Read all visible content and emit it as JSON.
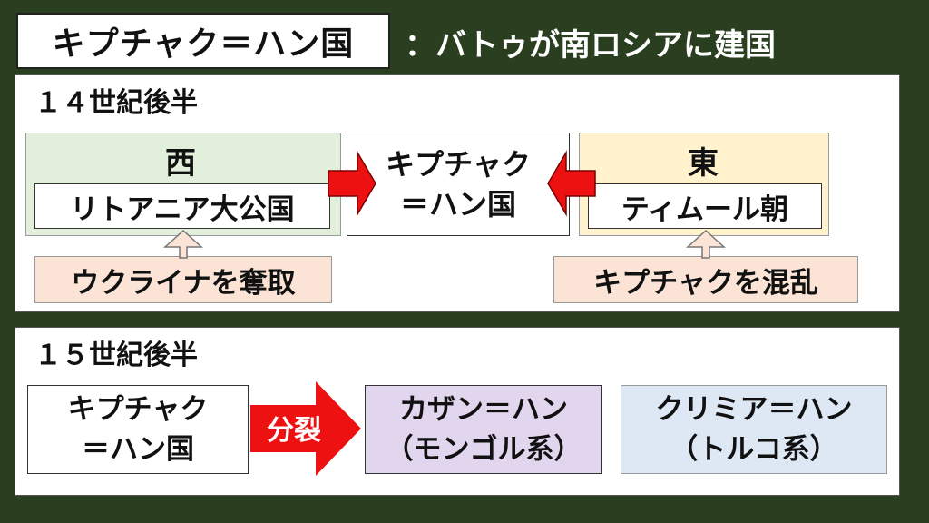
{
  "header": {
    "title": "キプチャク＝ハン国",
    "subtitle": "：バトゥが南ロシアに建国"
  },
  "century14": {
    "heading": "１４世紀後半",
    "west": {
      "direction": "西",
      "name": "リトアニア大公国",
      "action": "ウクライナを奪取"
    },
    "center": {
      "line1": "キプチャク",
      "line2": "＝ハン国"
    },
    "east": {
      "direction": "東",
      "name": "ティムール朝",
      "action": "キプチャクを混乱"
    }
  },
  "century15": {
    "heading": "１５世紀後半",
    "origin": {
      "line1": "キプチャク",
      "line2": "＝ハン国"
    },
    "split_label": "分裂",
    "kazan": {
      "line1": "カザン＝ハン",
      "line2": "（モンゴル系）"
    },
    "crimea": {
      "line1": "クリミア＝ハン",
      "line2": "（トルコ系）"
    }
  },
  "colors": {
    "background": "#2a3f1f",
    "arrow_red": "#ee1111",
    "west_fill": "#e2efda",
    "east_fill": "#fff2cc",
    "cause_fill": "#fbe4d6",
    "kazan_fill": "#e2d5ee",
    "crimea_fill": "#dde8f4"
  }
}
